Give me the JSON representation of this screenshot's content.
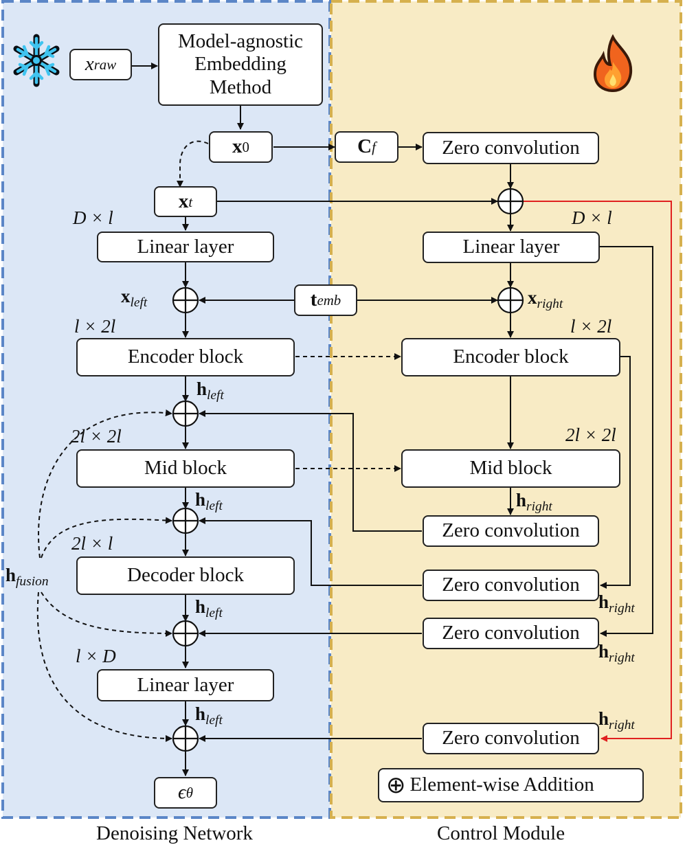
{
  "panels": {
    "left_title": "Denoising Network",
    "right_title": "Control Module"
  },
  "colors": {
    "left_bg": "#dce7f6",
    "left_border": "#5b86c7",
    "right_bg": "#f8ebc5",
    "right_border": "#d6b04e",
    "red_line": "#e02020"
  },
  "icons": {
    "frozen": "snowflake-icon",
    "trainable": "fire-icon"
  },
  "left": {
    "x_raw": {
      "base": "x",
      "sub": "raw"
    },
    "embedding": "Model-agnostic Embedding Method",
    "x0": {
      "base": "x",
      "sub": "0"
    },
    "xt": {
      "base": "x",
      "sub": "t"
    },
    "dim1": "D × l",
    "linear1": "Linear layer",
    "x_left": {
      "base": "x",
      "sub": "left"
    },
    "dim2": "l × 2l",
    "encoder": "Encoder block",
    "h_left": {
      "base": "h",
      "sub": "left"
    },
    "dim3": "2l × 2l",
    "mid": "Mid block",
    "dim4": "2l × l",
    "decoder": "Decoder block",
    "dim5": "l × D",
    "linear2": "Linear layer",
    "h_fusion": {
      "base": "h",
      "sub": "fusion"
    },
    "eps": {
      "base": "ϵ",
      "sub": "θ"
    }
  },
  "center": {
    "t_emb": {
      "base": "t",
      "sub": "emb"
    }
  },
  "right": {
    "cf": {
      "base": "C",
      "sub": "f"
    },
    "zero_conv": "Zero convolution",
    "dim1": "D × l",
    "linear": "Linear layer",
    "x_right": {
      "base": "x",
      "sub": "right"
    },
    "dim2": "l × 2l",
    "encoder": "Encoder block",
    "dim3": "2l × 2l",
    "mid": "Mid block",
    "h_right": {
      "base": "h",
      "sub": "right"
    }
  },
  "legend": {
    "symbol": "⊕",
    "label": "Element-wise Addition"
  }
}
